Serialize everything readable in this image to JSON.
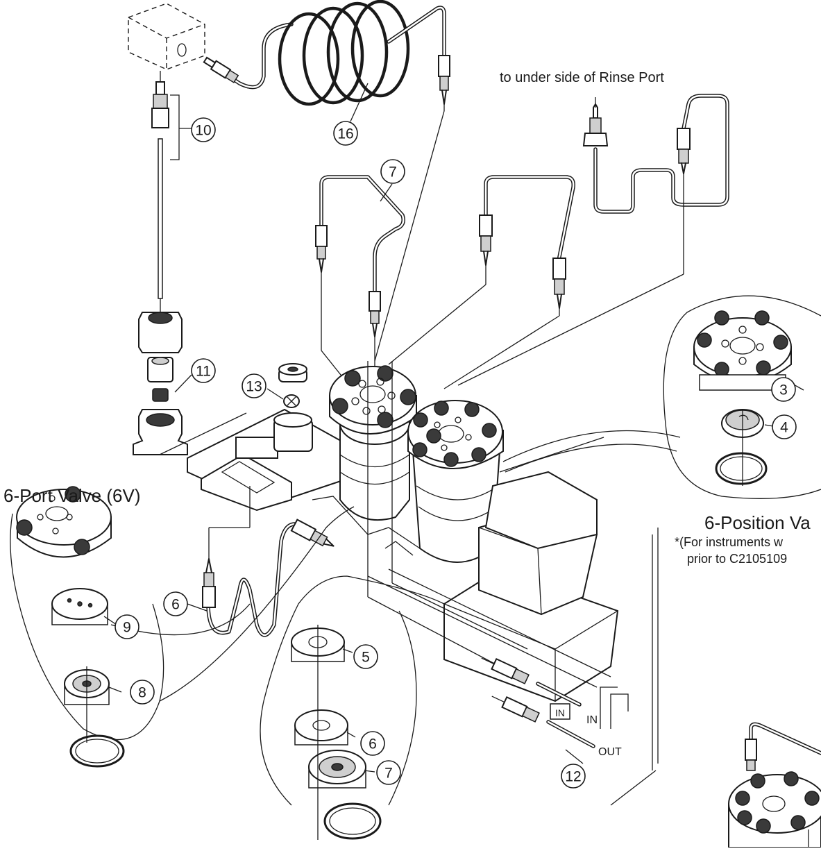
{
  "labels": {
    "rinse_port_note": "to under side of Rinse Port",
    "six_port_valve_title": "6-Port Valve (6V)",
    "six_position_valve_title": "6-Position Va",
    "six_position_note_line1": "*(For instruments w",
    "six_position_note_line2": "prior to C2105109",
    "in_box": "IN",
    "in_label": "IN",
    "out_label": "OUT"
  },
  "callouts": {
    "c16": "16",
    "c10": "10",
    "c7_top": "7",
    "c11": "11",
    "c13": "13",
    "c3": "3",
    "c4": "4",
    "c6_tube": "6",
    "c9": "9",
    "c8": "8",
    "c5": "5",
    "c6_stack": "6",
    "c7_stack": "7",
    "c12": "12"
  },
  "colors": {
    "line": "#1a1a1a",
    "background": "#ffffff",
    "shade_dark": "#3a3a3a",
    "shade_light": "#cfcfcf"
  }
}
